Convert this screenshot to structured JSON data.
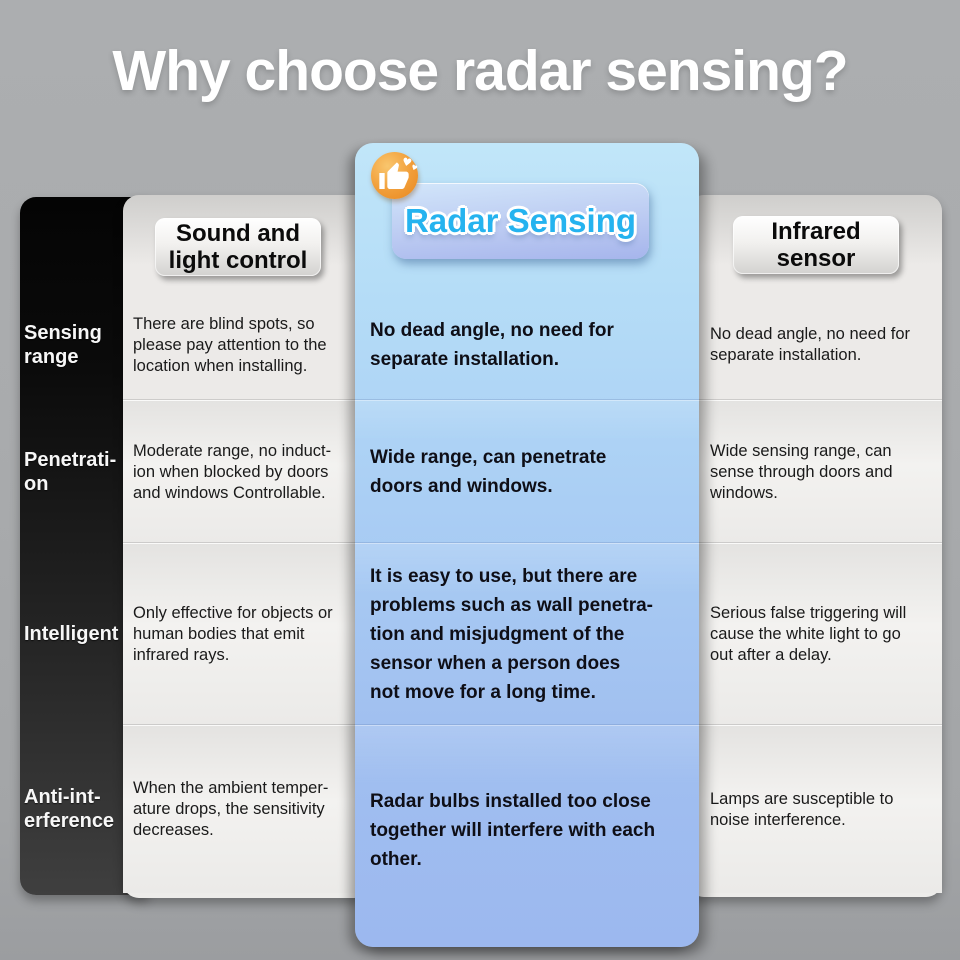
{
  "title": "Why choose radar sensing?",
  "colors": {
    "background": "#a9abad",
    "label_column": "#1a1a1a",
    "side_panel": "#edecea",
    "radar_panel_top": "#c1e6f9",
    "radar_panel_bottom": "#9cb8ef",
    "radar_title_text": "#25b3ef",
    "medal_orange": "#f19d38"
  },
  "icons": {
    "medal": "thumbs-up-icon",
    "decoration": "heart-icon",
    "heart_glyph": "♥"
  },
  "headers": {
    "sound": "Sound and\nlight control",
    "radar": "Radar Sensing",
    "infrared": "Infrared\nsensor"
  },
  "table": {
    "rows": [
      {
        "label": "Sensing\nrange",
        "sound": "There are blind spots, so\nplease pay attention to the\nlocation when installing.",
        "radar": "No dead angle, no need for\nseparate installation.",
        "infrared": "No dead angle, no need for\nseparate installation."
      },
      {
        "label": "Penetrati-\non",
        "sound": "Moderate range, no induct-\nion when blocked by doors\nand windows Controllable.",
        "radar": "Wide range, can penetrate\ndoors and windows.",
        "infrared": "Wide sensing range, can\nsense through doors and\nwindows."
      },
      {
        "label": "Intelligent",
        "sound": "Only effective for objects or\nhuman bodies that emit\ninfrared rays.",
        "radar": "It is easy to use, but there are\nproblems such as wall penetra-\ntion and misjudgment of the\nsensor when a person does\nnot move for a long time.",
        "infrared": "Serious false triggering will\ncause the white light to go\nout after a delay."
      },
      {
        "label": "Anti-int-\nerference",
        "sound": "When the ambient temper-\nature drops, the sensitivity\ndecreases.",
        "radar": "Radar bulbs installed too close\ntogether will interfere with each\nother.",
        "infrared": "Lamps are susceptible to\nnoise interference."
      }
    ]
  }
}
